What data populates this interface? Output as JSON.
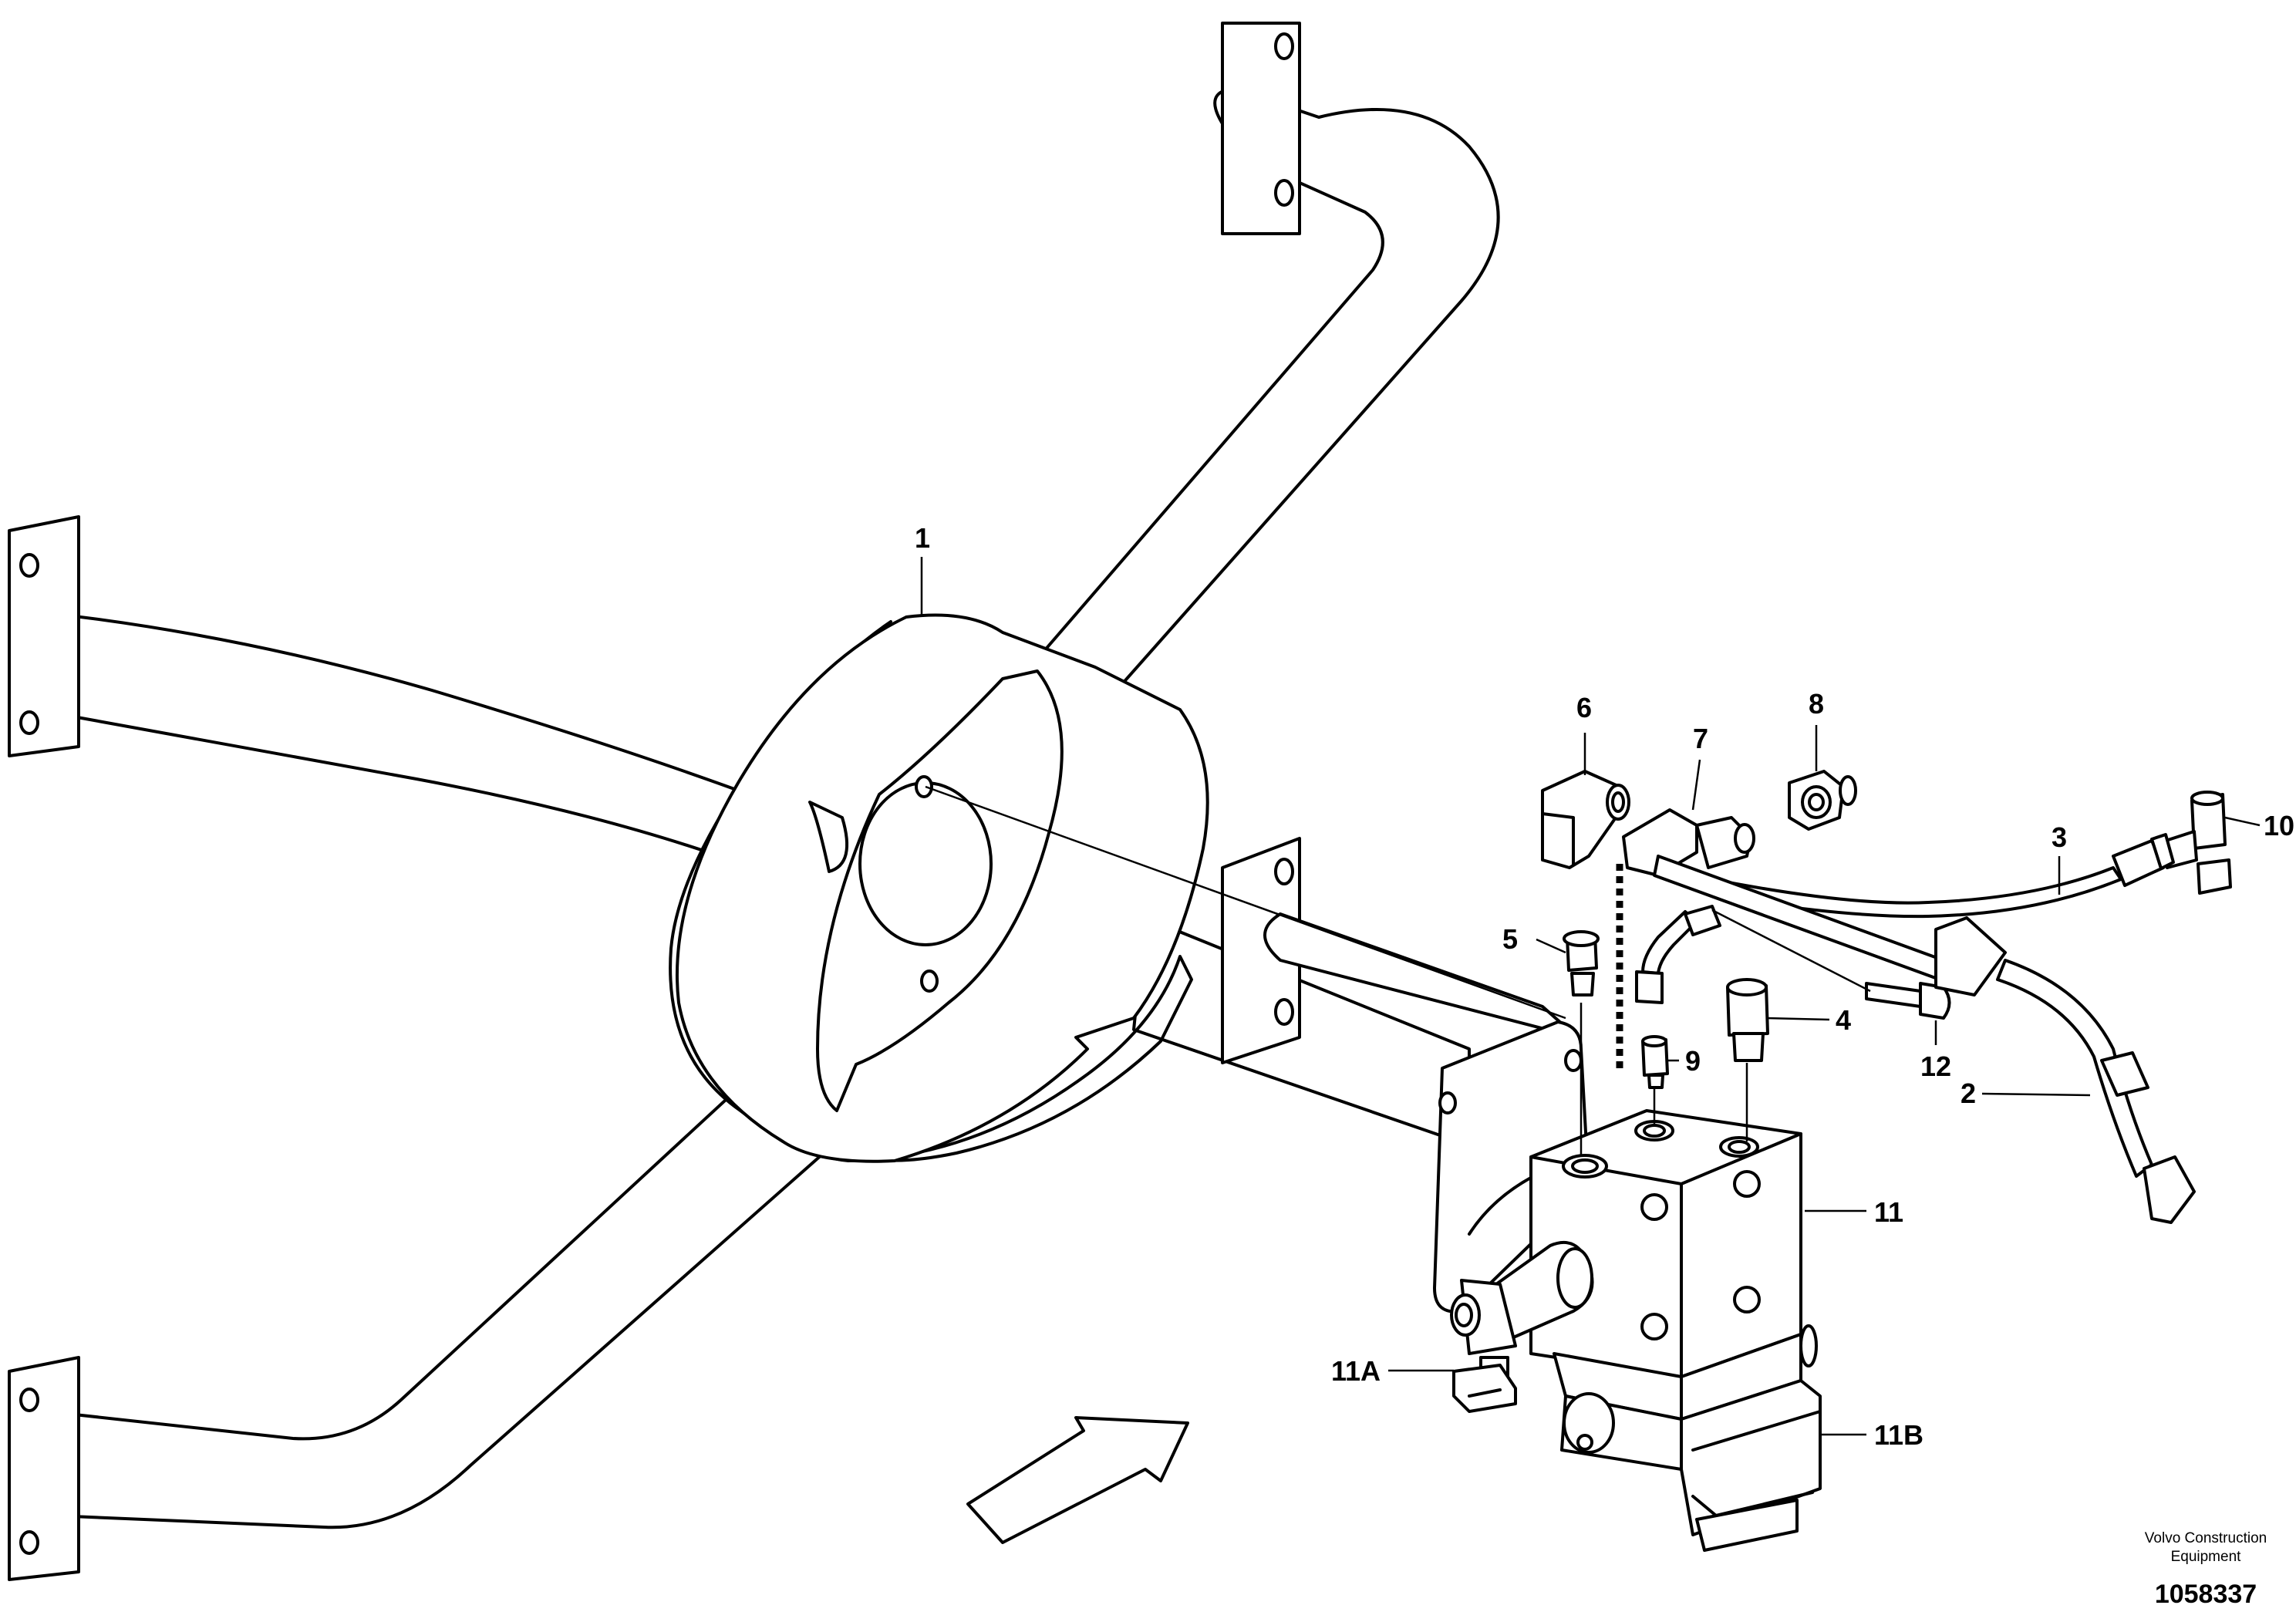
{
  "callouts": {
    "c1": "1",
    "c2": "2",
    "c3": "3",
    "c4": "4",
    "c5": "5",
    "c6": "6",
    "c7": "7",
    "c8": "8",
    "c9": "9",
    "c10": "10",
    "c11": "11",
    "c11a": "11A",
    "c11b": "11B",
    "c12": "12"
  },
  "footer": {
    "company_line1": "Volvo Construction",
    "company_line2": "Equipment",
    "document_number": "1058337"
  },
  "colors": {
    "line": "#000000",
    "background": "#ffffff"
  }
}
